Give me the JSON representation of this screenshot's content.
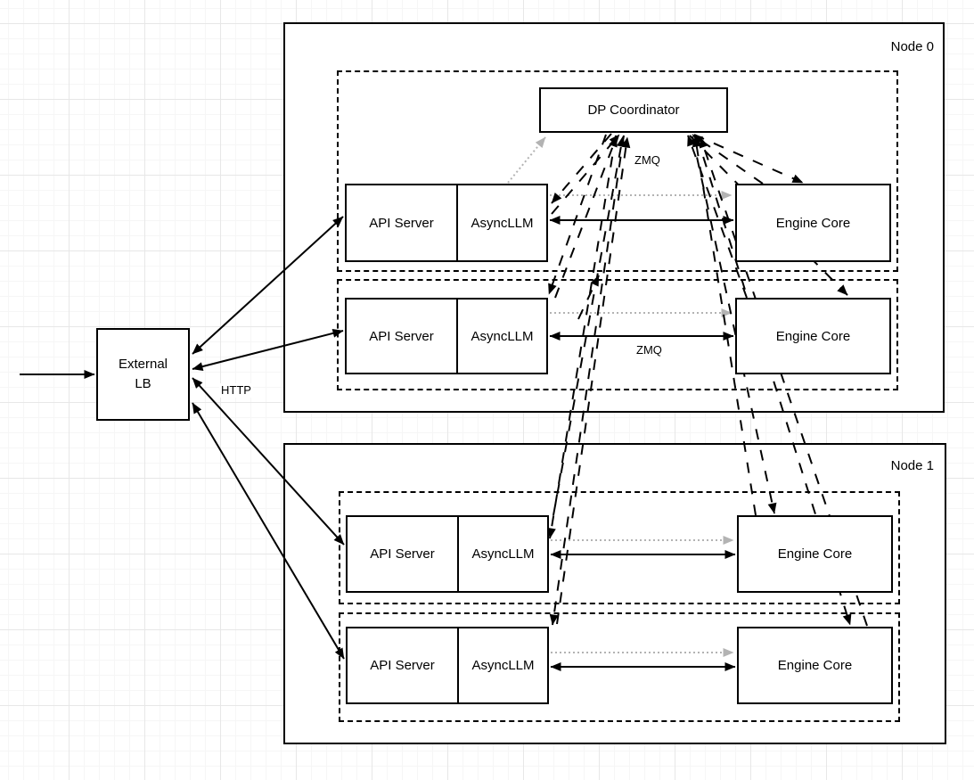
{
  "external_lb": {
    "line1": "External",
    "line2": "LB"
  },
  "coordinator": {
    "label": "DP Coordinator"
  },
  "edge_labels": {
    "http": "HTTP",
    "zmq_coordinator": "ZMQ",
    "zmq_engine": "ZMQ"
  },
  "nodes": [
    {
      "label": "Node 0",
      "rows": [
        {
          "api": "API Server",
          "async": "AsyncLLM",
          "engine": "Engine Core"
        },
        {
          "api": "API Server",
          "async": "AsyncLLM",
          "engine": "Engine Core"
        }
      ]
    },
    {
      "label": "Node 1",
      "rows": [
        {
          "api": "API Server",
          "async": "AsyncLLM",
          "engine": "Engine Core"
        },
        {
          "api": "API Server",
          "async": "AsyncLLM",
          "engine": "Engine Core"
        }
      ]
    }
  ],
  "colors": {
    "stroke": "#000000",
    "muted_arrow": "#b3b3b3",
    "background": "#ffffff",
    "grid_minor": "#f6f6f6",
    "grid_major": "#e7e7e7"
  }
}
